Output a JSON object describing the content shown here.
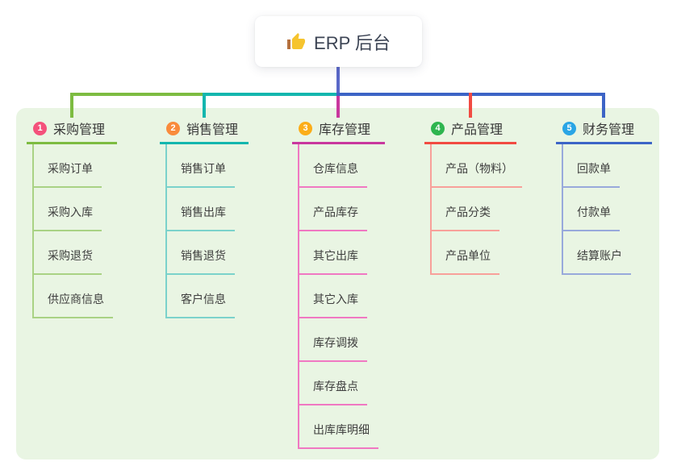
{
  "root": {
    "icon": "thumbs-up-icon",
    "icon_color": "#F6C42E",
    "icon_cuff_color": "#B5713F",
    "label": "ERP 后台",
    "connector_color": "#5A68C8"
  },
  "canvas": {
    "background": "#FFFFFF",
    "panel_background": "#E9F5E3"
  },
  "branches": [
    {
      "number": "1",
      "label": "采购管理",
      "badge_color": "#F4517B",
      "line_color": "#7DBC41",
      "child_line_color": "#A9D284",
      "children": [
        "采购订单",
        "采购入库",
        "采购退货",
        "供应商信息"
      ]
    },
    {
      "number": "2",
      "label": "销售管理",
      "badge_color": "#F98B3C",
      "line_color": "#14B6AE",
      "child_line_color": "#7BD2CB",
      "children": [
        "销售订单",
        "销售出库",
        "销售退货",
        "客户信息"
      ]
    },
    {
      "number": "3",
      "label": "库存管理",
      "badge_color": "#FBAD19",
      "line_color": "#C9379E",
      "child_line_color": "#F078C2",
      "children": [
        "仓库信息",
        "产品库存",
        "其它出库",
        "其它入库",
        "库存调拨",
        "库存盘点",
        "出库库明细"
      ]
    },
    {
      "number": "4",
      "label": "产品管理",
      "badge_color": "#2EB54F",
      "line_color": "#F14B42",
      "child_line_color": "#F8A09A",
      "children": [
        "产品（物料）",
        "产品分类",
        "产品单位"
      ]
    },
    {
      "number": "5",
      "label": "财务管理",
      "badge_color": "#2AA5E5",
      "line_color": "#3C64C6",
      "child_line_color": "#98A9DB",
      "children": [
        "回款单",
        "付款单",
        "结算账户"
      ]
    }
  ]
}
